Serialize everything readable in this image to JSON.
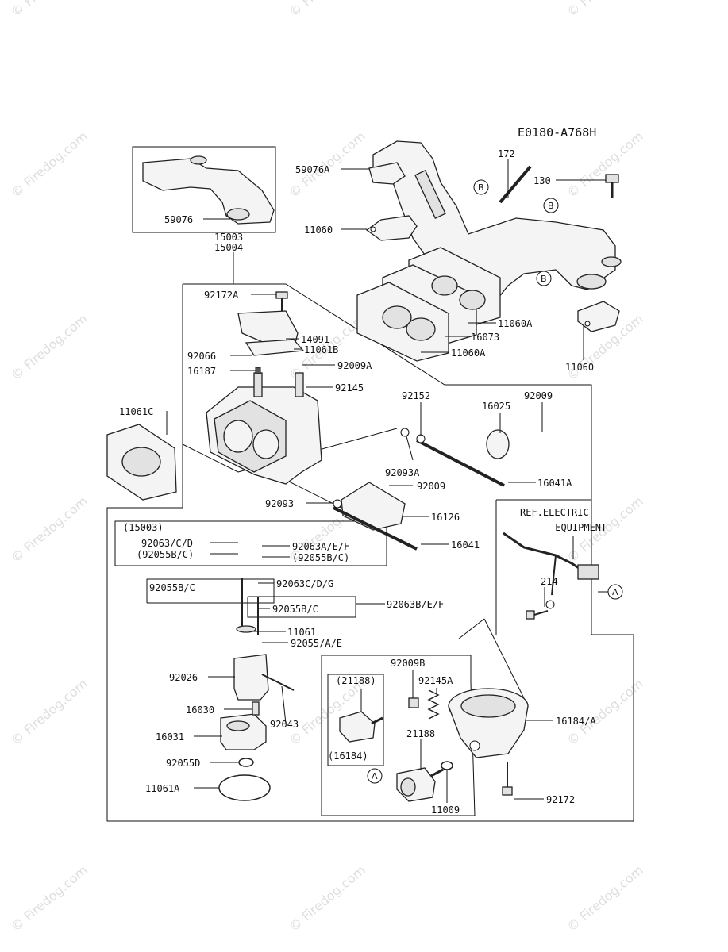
{
  "diagram_code": "E0180-A768H",
  "watermark": "© Firedog.com",
  "inset_labels": [
    "(15003)",
    "(21188)",
    "(16184)"
  ],
  "reference_note": [
    "REF.ELECTRIC",
    "-EQUIPMENT"
  ],
  "circle_markers": [
    "B",
    "B",
    "B",
    "A",
    "A"
  ],
  "part_labels": [
    "59076A",
    "172",
    "130",
    "11060",
    "59076",
    "15003",
    "15004",
    "11060A",
    "16073",
    "11060A",
    "11060",
    "92172A",
    "14091",
    "11061B",
    "92066",
    "92009A",
    "16187",
    "92145",
    "92152",
    "92009",
    "16025",
    "11061C",
    "92093A",
    "92009",
    "16041A",
    "92093",
    "16126",
    "16041",
    "92063/C/D",
    "92063A/E/F",
    "(92055B/C)",
    "(92055B/C)",
    "92055B/C",
    "92063C/D/G",
    "92063B/E/F",
    "92055B/C",
    "11061",
    "92055/A/E",
    "92026",
    "92043",
    "16030",
    "16031",
    "92055D",
    "11061A",
    "214",
    "92009B",
    "92145A",
    "16184/A",
    "21188",
    "11009",
    "92172"
  ]
}
